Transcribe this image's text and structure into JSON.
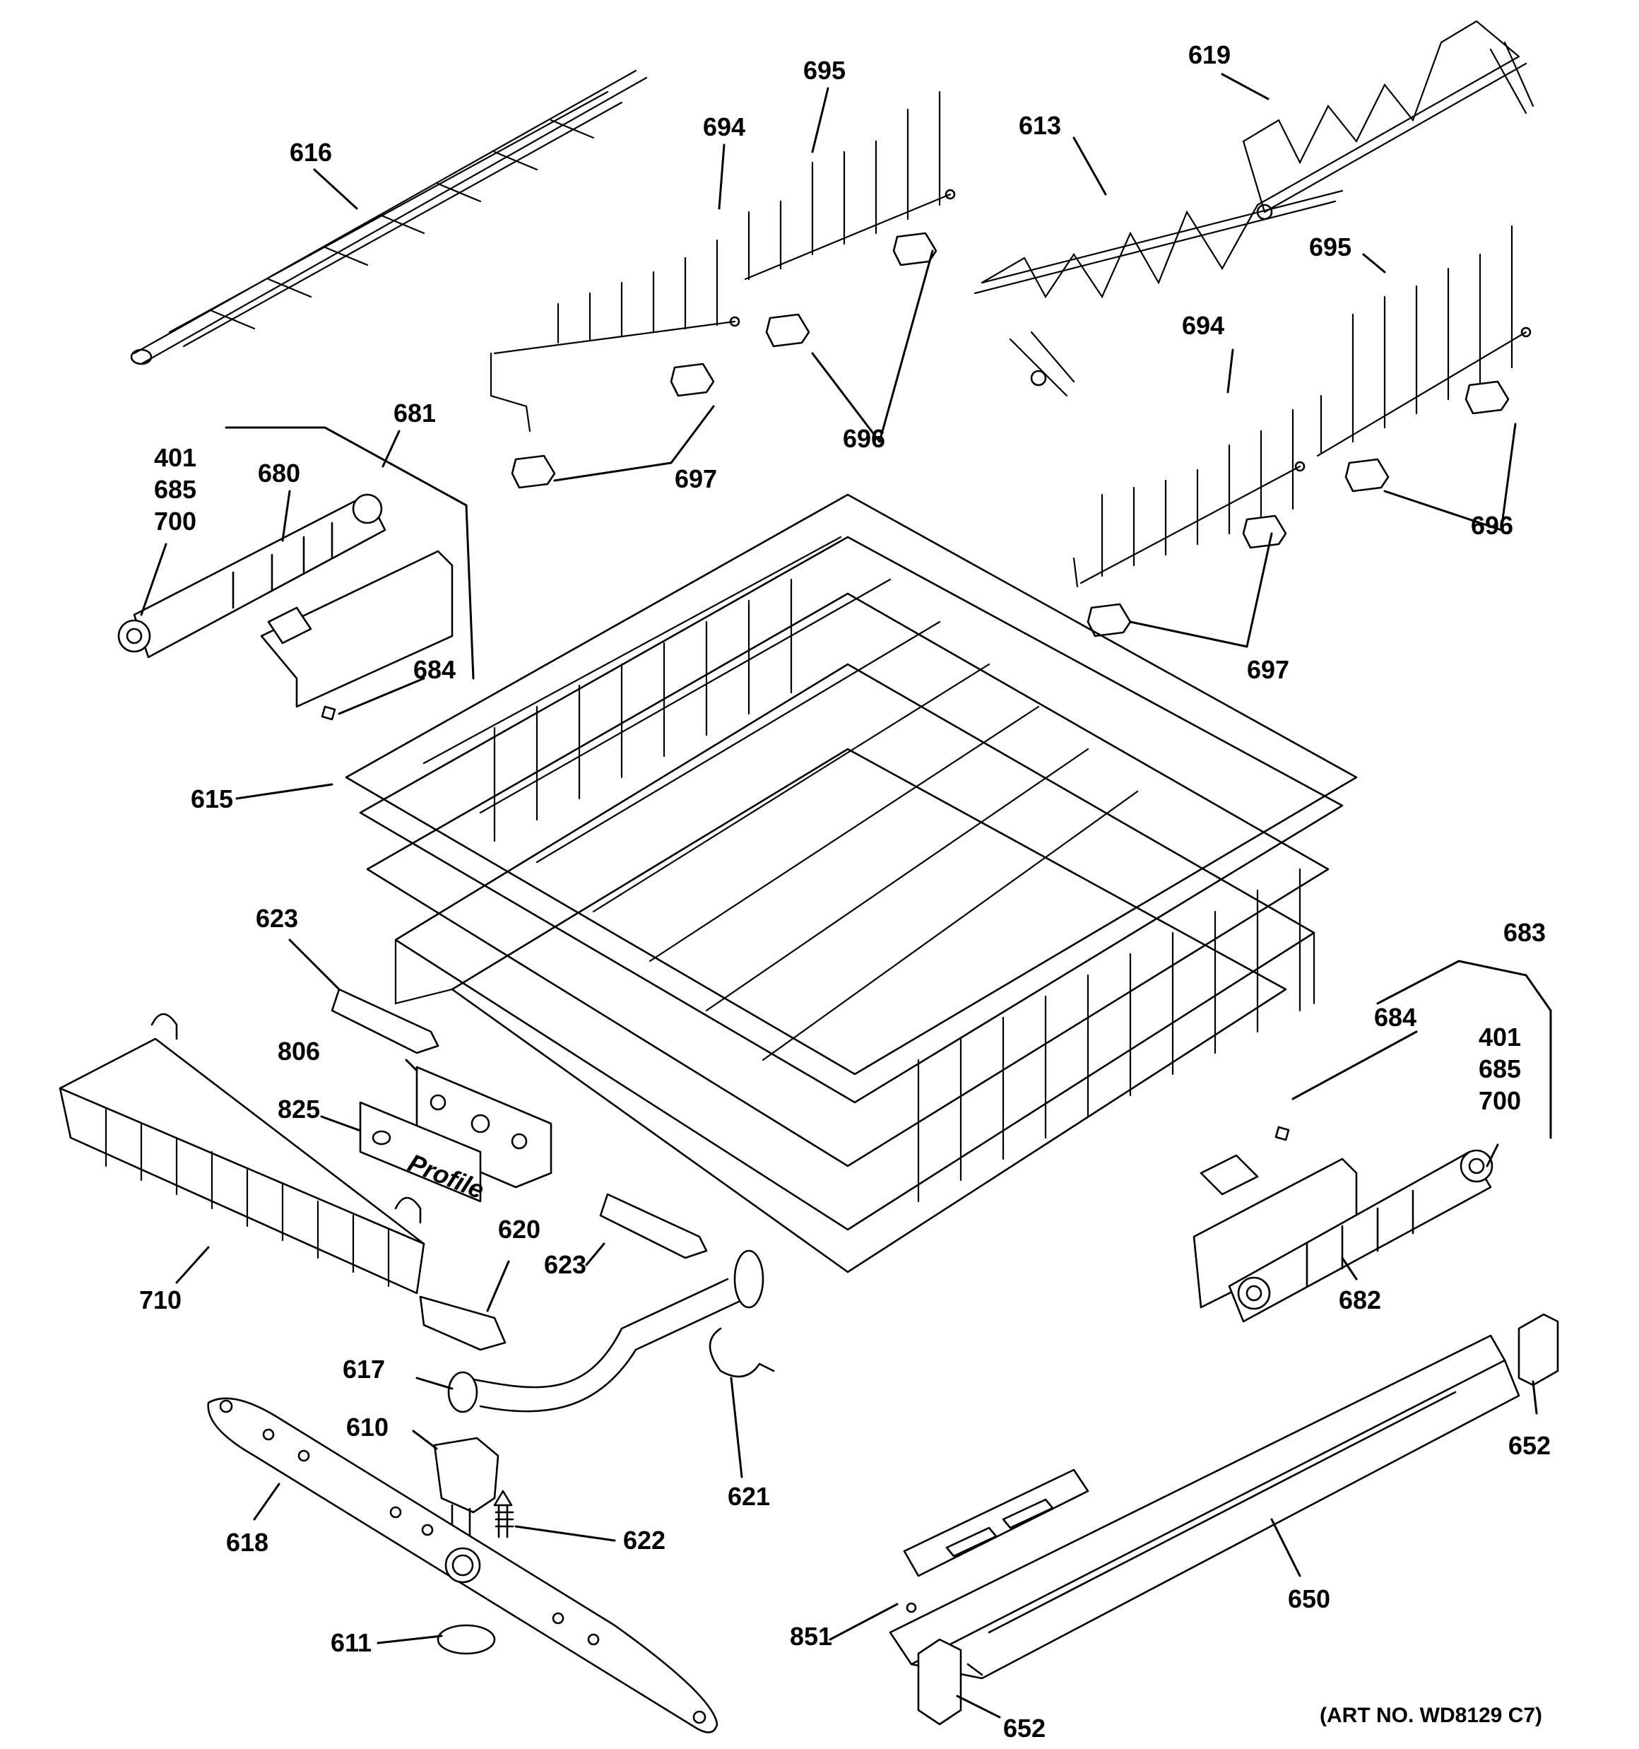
{
  "art_number": "(ART NO. WD8129 C7)",
  "callouts": {
    "c616": "616",
    "c694a": "694",
    "c695a": "695",
    "c613": "613",
    "c619": "619",
    "c695b": "695",
    "c694b": "694",
    "c681": "681",
    "c401a": "401",
    "c685a": "685",
    "c700a": "700",
    "c680": "680",
    "c684a": "684",
    "c697a": "697",
    "c696a": "696",
    "c696b": "696",
    "c697b": "697",
    "c615": "615",
    "c623a": "623",
    "c683": "683",
    "c684b": "684",
    "c401b": "401",
    "c685b": "685",
    "c700b": "700",
    "c806": "806",
    "c825": "825",
    "c620": "620",
    "c623b": "623",
    "c710": "710",
    "c682": "682",
    "c617": "617",
    "c610": "610",
    "c621": "621",
    "c622": "622",
    "c618": "618",
    "c611": "611",
    "c650": "650",
    "c652a": "652",
    "c652b": "652",
    "c851": "851"
  },
  "basket_brand": "Profile"
}
